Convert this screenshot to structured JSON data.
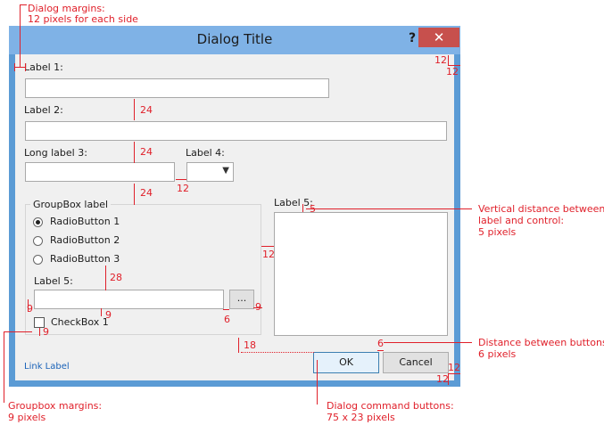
{
  "dialog": {
    "title": "Dialog Title",
    "help_glyph": "?",
    "close_glyph": "✕"
  },
  "form": {
    "label1": "Label 1:",
    "label2": "Label 2:",
    "label3": "Long label  3:",
    "label4": "Label 4:",
    "label5_right": "Label 5:",
    "label5_group": "Label 5:",
    "groupbox_label": "GroupBox label",
    "radio1": "RadioButton 1",
    "radio2": "RadioButton 2",
    "radio3": "RadioButton 3",
    "checkbox": "CheckBox 1",
    "browse_button": "...",
    "link_label": "Link Label",
    "ok_button": "OK",
    "cancel_button": "Cancel"
  },
  "annotations": {
    "dialog_margins_line1": "Dialog margins:",
    "dialog_margins_line2": "12 pixels for  each side",
    "vertical_distance_line1": "Vertical distance between",
    "vertical_distance_line2": "label and control:",
    "vertical_distance_line3": "5 pixels",
    "button_distance_line1": "Distance between buttons:",
    "button_distance_line2": "6 pixels",
    "groupbox_margins_line1": "Groupbox margins:",
    "groupbox_margins_line2": "9 pixels",
    "command_buttons_line1": "Dialog command buttons:",
    "command_buttons_line2": "75 x 23 pixels",
    "n_12_top_right": "12",
    "n_12_top_right_b": "12",
    "n_24_a": "24",
    "n_24_b": "24",
    "n_24_c": "24",
    "n_12_gap": "12",
    "n_5": "5",
    "n_12_gap2": "12",
    "n_28": "28",
    "n_9_left": "9",
    "n_9_mid": "9",
    "n_6_mid": "6",
    "n_9_right": "9",
    "n_9_bottom": "9",
    "n_18": "18",
    "n_6_btn": "6",
    "n_12_bottom_right": "12",
    "n_12_bottom_right_b": "12"
  }
}
